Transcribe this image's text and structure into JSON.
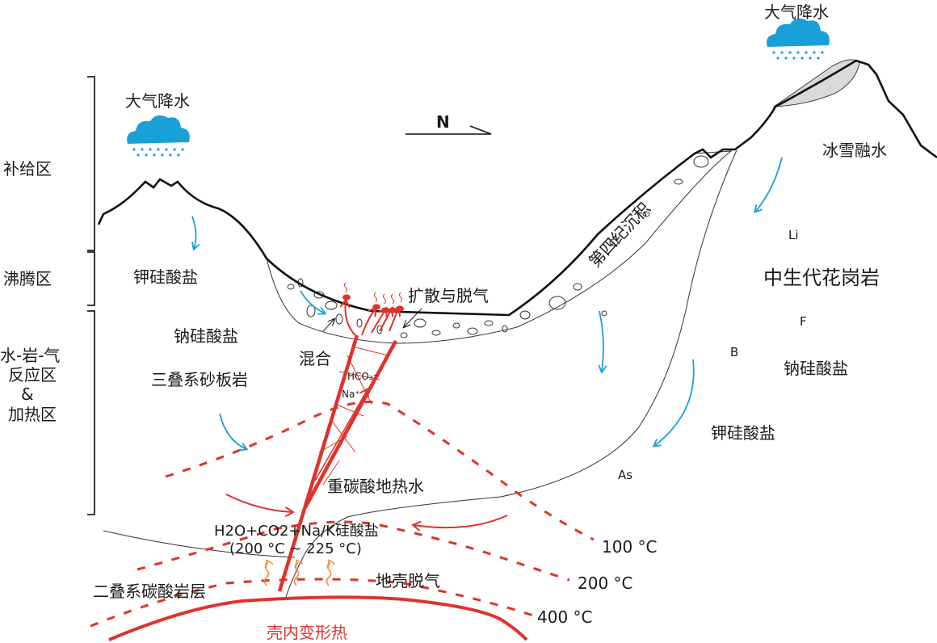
{
  "zones": {
    "recharge": "补给区",
    "boiling": "沸腾区",
    "reaction_line1": "水-岩-气",
    "reaction_line2": "反应区",
    "reaction_line3": "&",
    "reaction_line4": "加热区"
  },
  "labels": {
    "precip_left": "大气降水",
    "precip_right": "大气降水",
    "north": "N",
    "k_silicate_left": "钾硅酸盐",
    "na_silicate_left": "钠硅酸盐",
    "triassic": "三叠系砂板岩",
    "mixing": "混合",
    "diffusion": "扩散与脱气",
    "hco3": "HCO₃⁻",
    "na": "Na⁺",
    "quaternary": "第四纪沉积",
    "granite": "中生代花岗岩",
    "snowmelt": "冰雪融水",
    "li": "Li",
    "f": "F",
    "b": "B",
    "na_silicate_right": "钠硅酸盐",
    "k_silicate_right": "钾硅酸盐",
    "as": "As",
    "bicarbonate_water": "重碳酸地热水",
    "reaction_formula": "H2O+CO2+Na/K硅酸盐",
    "reaction_temp": "(200 °C ~ 225 °C)",
    "permian": "二叠系碳酸岩层",
    "crust_degassing": "地壳脱气",
    "deformation_heat": "壳内变形热",
    "iso_100": "100 °C",
    "iso_200": "200 °C",
    "iso_400": "400 °C"
  },
  "colors": {
    "red": "#e0322c",
    "blue": "#1aa0d8",
    "orange": "#f08a3c",
    "snow": "#d9d9d9"
  },
  "icons": [
    "rain-cloud-icon",
    "north-arrow-icon"
  ]
}
